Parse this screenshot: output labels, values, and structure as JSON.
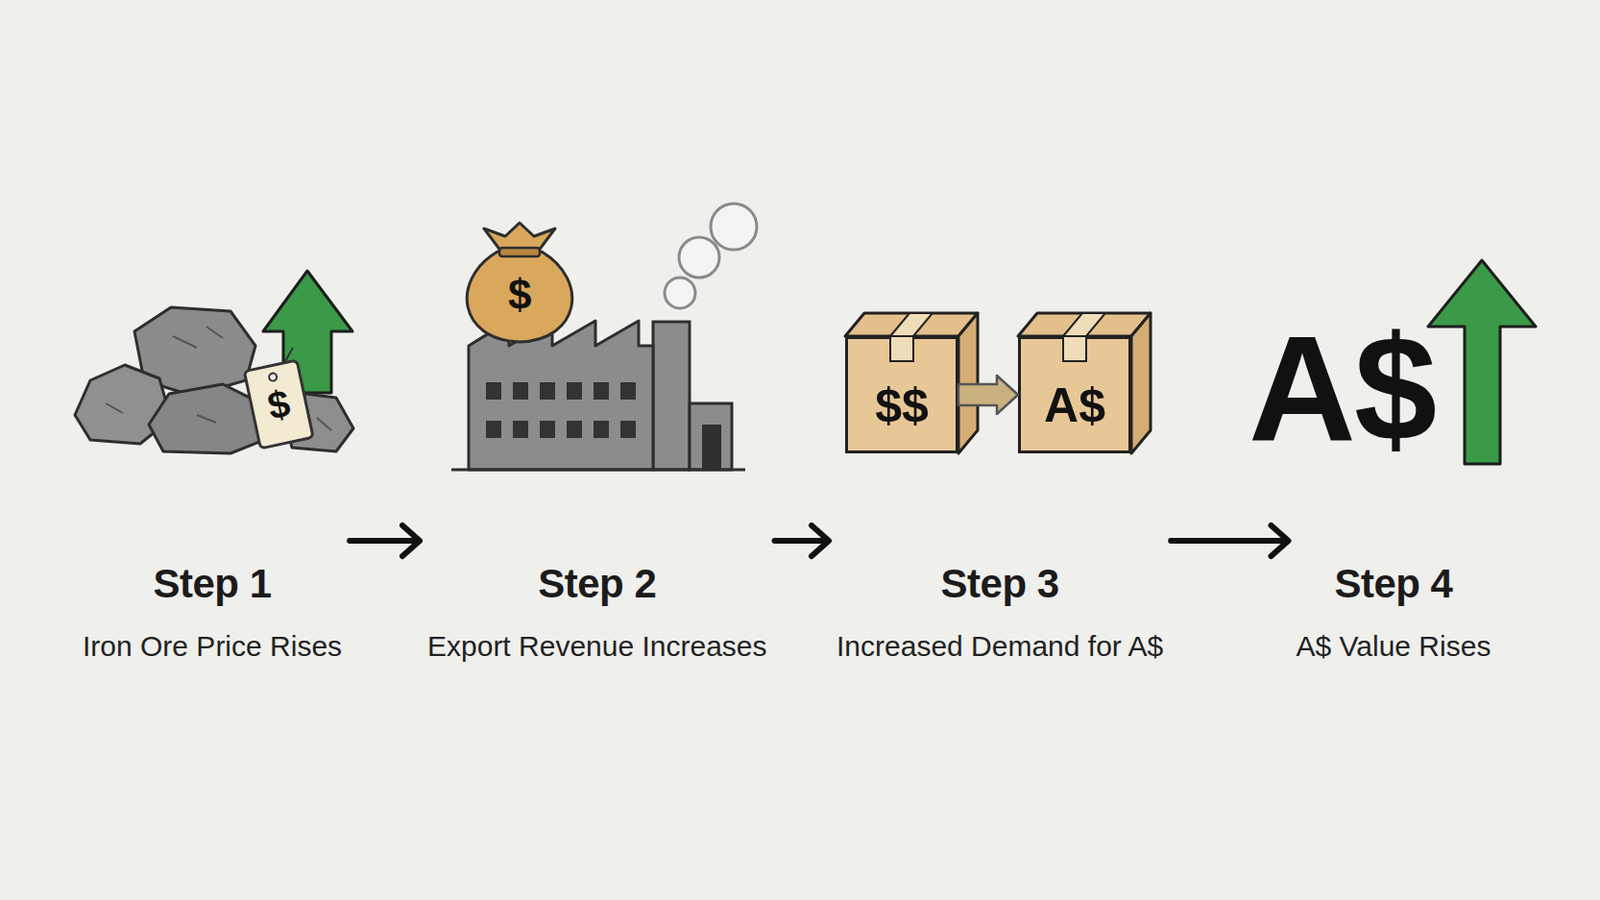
{
  "diagram": {
    "nodes": [
      {
        "text": [
          "Step 1",
          "Iron Ore Price Rises"
        ]
      },
      {
        "text": [
          "Step 2",
          "Export Revenue Increases"
        ]
      },
      {
        "text": [
          "Step 3",
          "Increased Demand for A$"
        ]
      },
      {
        "text": [
          "Step 4",
          "A$ Value Rises"
        ]
      },
      {
        "text": [
          "$$"
        ],
        "in": 2
      },
      {
        "text": [
          "A$"
        ],
        "in": 2
      }
    ],
    "edges": [
      {
        "from": 0,
        "to": 1,
        "arrow": "to"
      },
      {
        "from": 1,
        "to": 2,
        "arrow": "to"
      },
      {
        "from": 2,
        "to": 3,
        "arrow": "to"
      },
      {
        "from": 4,
        "to": 5,
        "arrow": "to"
      }
    ],
    "labels": [
      "$",
      "$",
      "A$"
    ]
  }
}
